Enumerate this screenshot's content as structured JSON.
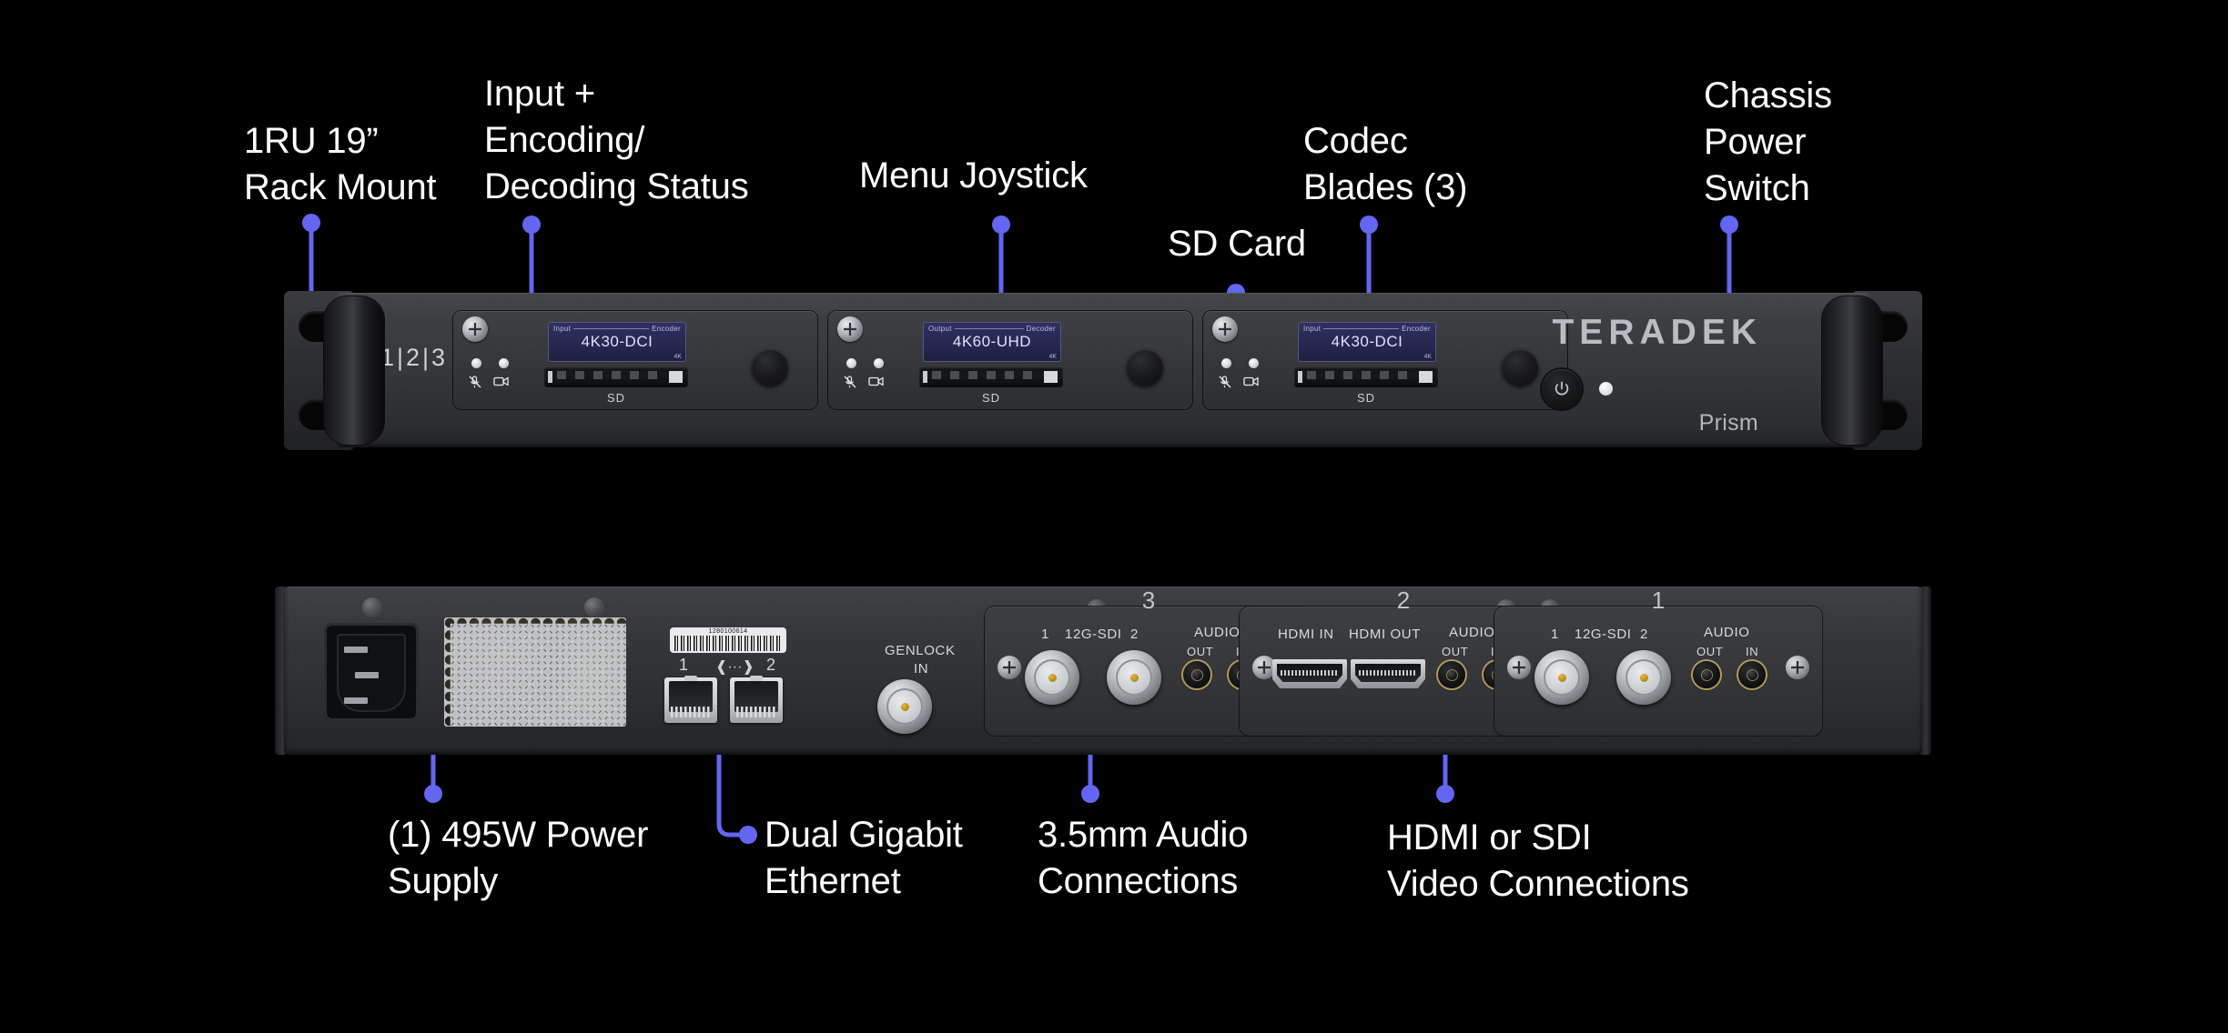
{
  "diagram": {
    "accent_color": "#6366f1",
    "background_color": "#000000",
    "product_brand": "TERADEK",
    "product_model": "Prism"
  },
  "front_panel": {
    "slots_label": "1|2|3",
    "brand": "TERADEK",
    "model": "Prism",
    "blades": [
      {
        "display_left": "Input",
        "display_right": "Encoder",
        "display_main": "4K30-DCI",
        "display_corner": "4K",
        "sd_label": "SD",
        "led_mute_icon": "mic-muted-icon",
        "led_video_icon": "video-camera-icon"
      },
      {
        "display_left": "Output",
        "display_right": "Decoder",
        "display_main": "4K60-UHD",
        "display_corner": "4K",
        "sd_label": "SD",
        "led_mute_icon": "mic-muted-icon",
        "led_video_icon": "video-camera-icon"
      },
      {
        "display_left": "Input",
        "display_right": "Encoder",
        "display_main": "4K30-DCI",
        "display_corner": "4K",
        "sd_label": "SD",
        "led_mute_icon": "mic-muted-icon",
        "led_video_icon": "video-camera-icon"
      }
    ]
  },
  "rear_panel": {
    "serial_barcode": "1280100614",
    "ethernet": {
      "port1": "1",
      "port2": "2",
      "link_icon": "network-link-icon"
    },
    "genlock": {
      "line1": "GENLOCK",
      "line2": "IN"
    },
    "modules": [
      {
        "slot": "3",
        "type": "sdi",
        "port1": "1",
        "center": "12G-SDI",
        "port2": "2",
        "audio_title": "AUDIO",
        "audio_out": "OUT",
        "audio_in": "IN"
      },
      {
        "slot": "2",
        "type": "hdmi",
        "hdmi_in": "HDMI IN",
        "hdmi_out": "HDMI OUT",
        "audio_title": "AUDIO",
        "audio_out": "OUT",
        "audio_in": "IN"
      },
      {
        "slot": "1",
        "type": "sdi",
        "port1": "1",
        "center": "12G-SDI",
        "port2": "2",
        "audio_title": "AUDIO",
        "audio_out": "OUT",
        "audio_in": "IN"
      }
    ]
  },
  "callouts": {
    "rack_mount": "1RU 19”\nRack Mount",
    "input_encoding": "Input +\nEncoding/\nDecoding Status",
    "menu_joystick": "Menu Joystick",
    "sd_card": "SD Card",
    "codec_blades": "Codec\nBlades (3)",
    "chassis_power": "Chassis\nPower\nSwitch",
    "power_supply": "(1) 495W Power\nSupply",
    "ethernet": "Dual Gigabit\nEthernet",
    "audio": "3.5mm Audio\nConnections",
    "video": "HDMI or SDI\nVideo Connections"
  }
}
